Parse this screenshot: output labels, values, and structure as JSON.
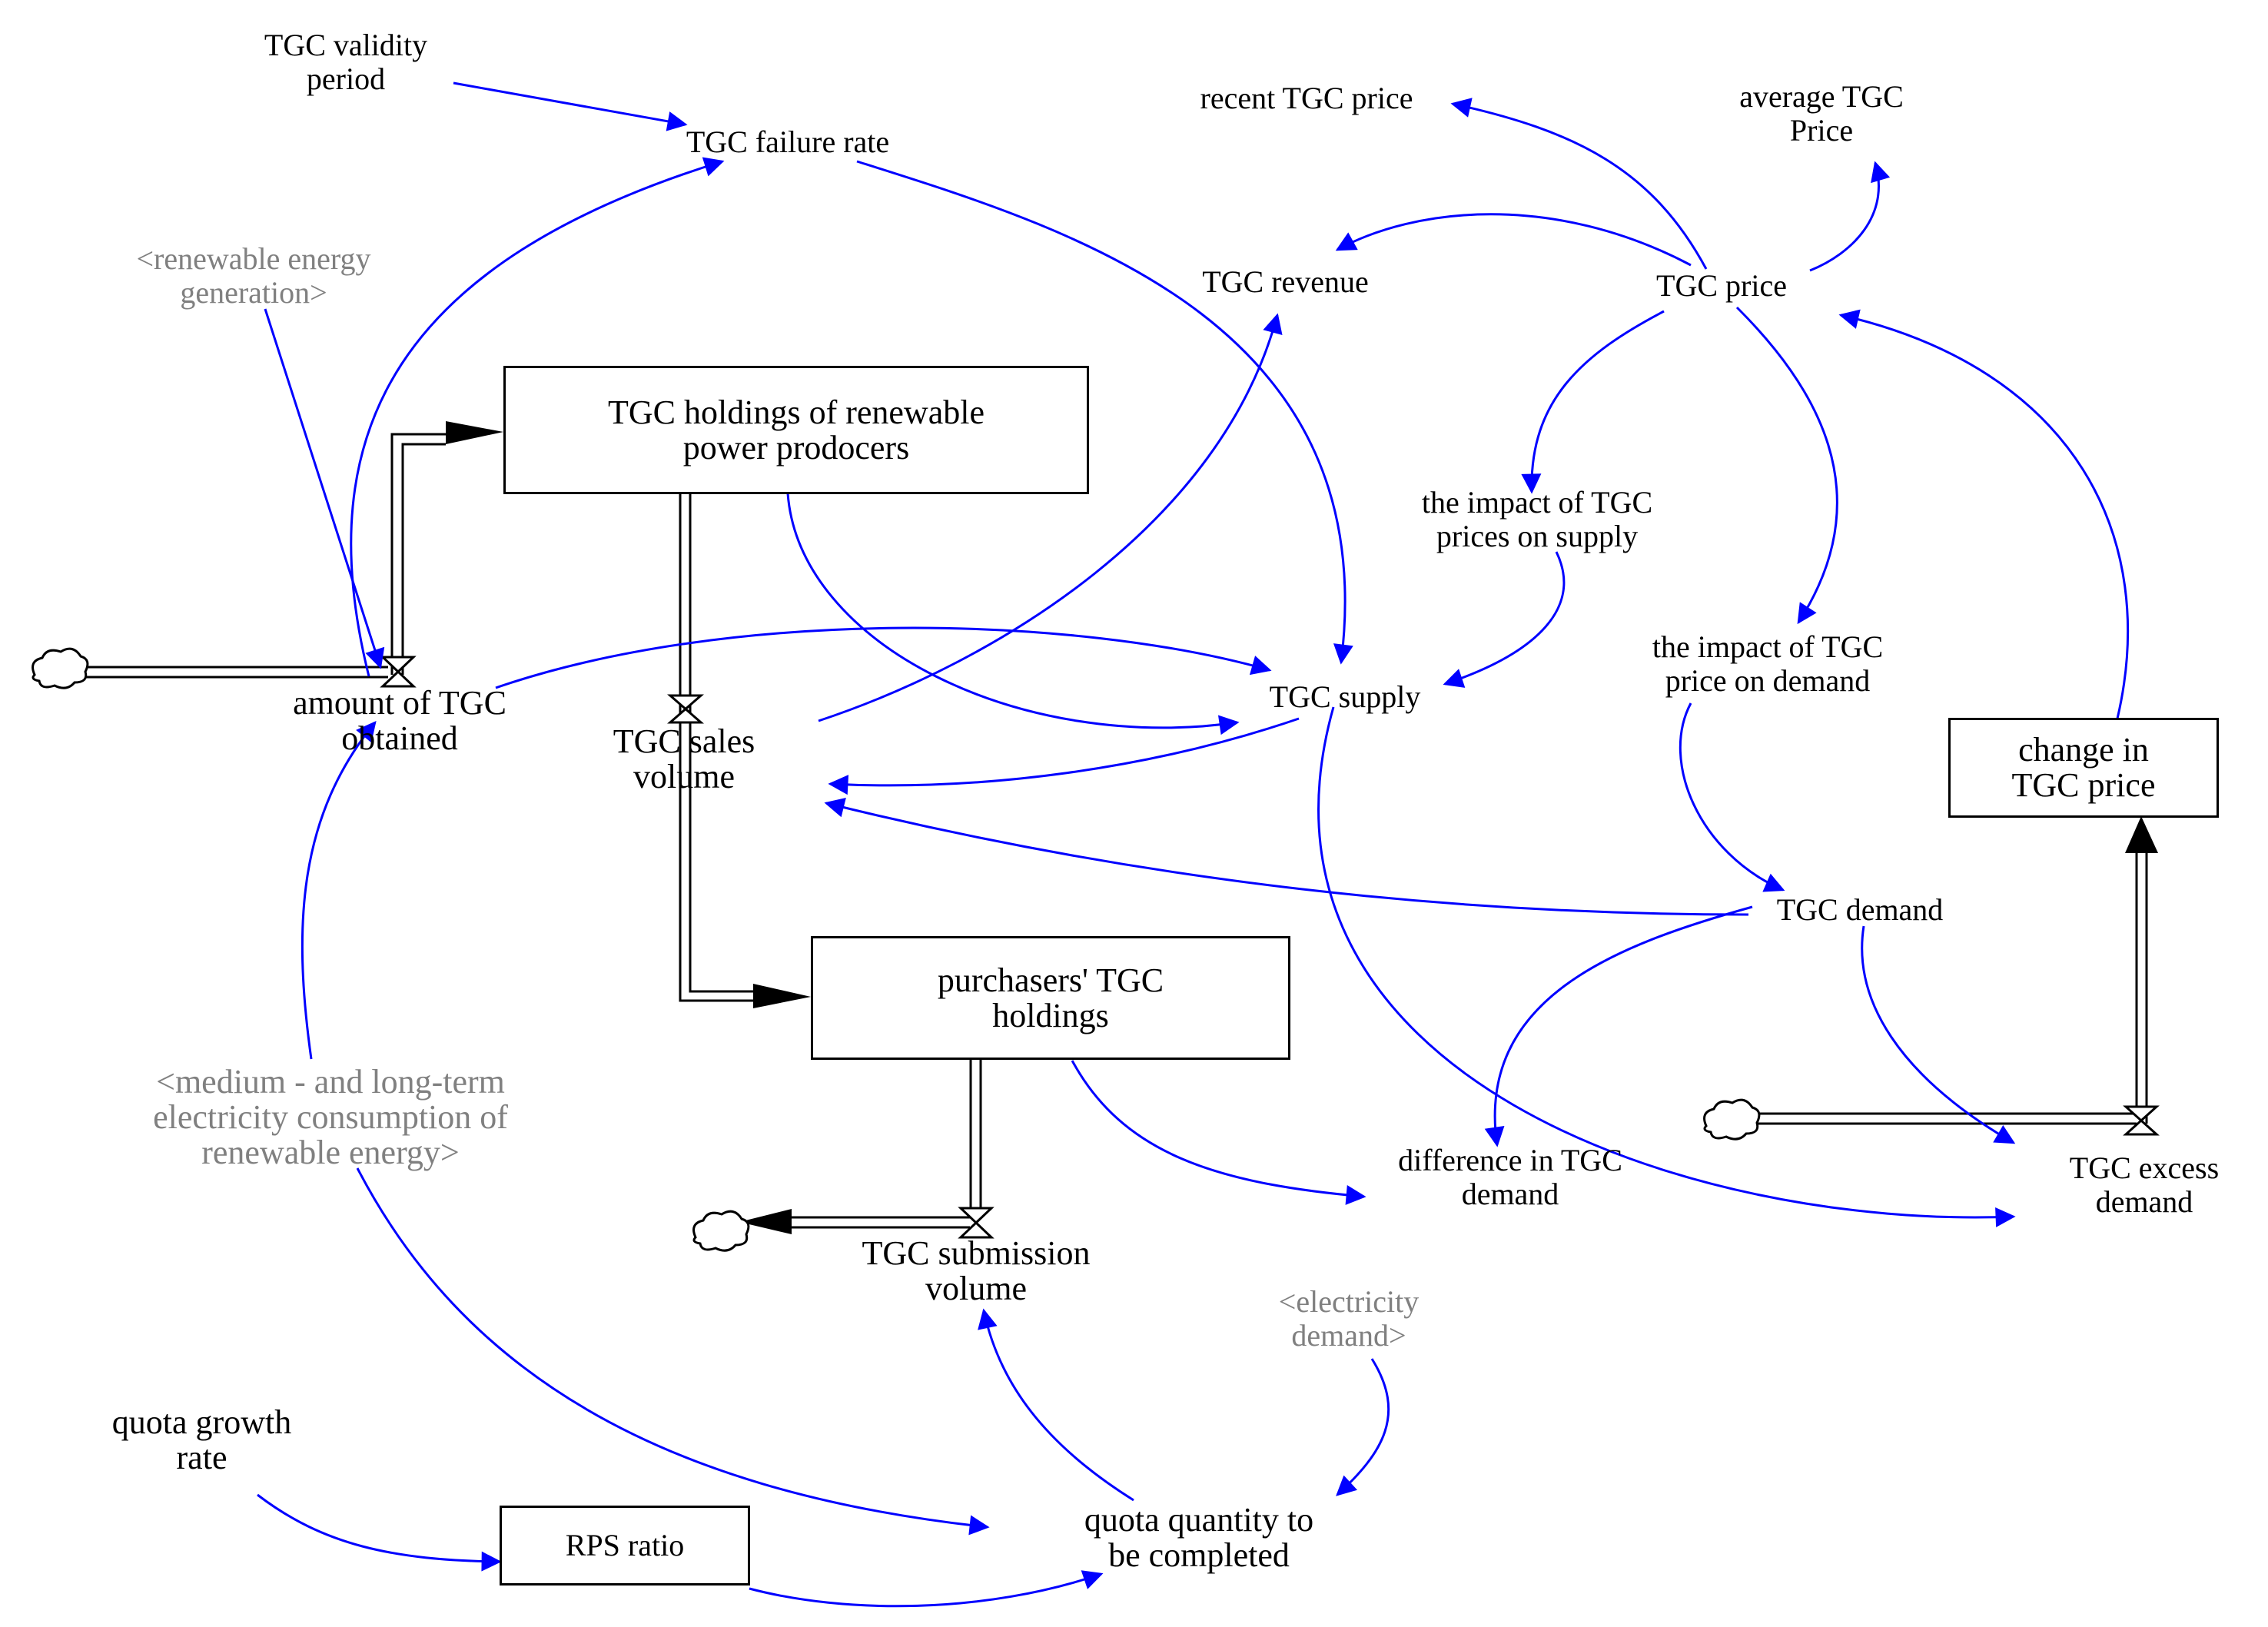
{
  "stocks": {
    "holdings_renewable": "TGC holdings of renewable\npower prodocers",
    "purchasers_holdings": "purchasers' TGC\nholdings",
    "change_in_price": "change in\nTGC price",
    "rps_ratio": "RPS ratio"
  },
  "flows": {
    "amount_obtained": "amount of TGC\nobtained",
    "sales_volume": "TGC sales\nvolume",
    "submission_volume": "TGC submission\nvolume",
    "excess_demand": "TGC excess\ndemand"
  },
  "variables": {
    "validity_period": "TGC validity\nperiod",
    "failure_rate": "TGC failure rate",
    "recent_price": "recent TGC price",
    "average_price": "average TGC\nPrice",
    "revenue": "TGC revenue",
    "price": "TGC price",
    "impact_supply": "the impact of TGC\nprices on supply",
    "impact_demand": "the impact of TGC\nprice on demand",
    "supply": "TGC supply",
    "demand": "TGC demand",
    "difference_demand": "difference in TGC\ndemand",
    "quota_growth": "quota growth\nrate",
    "quota_quantity": "quota quantity to\nbe completed"
  },
  "shadow_variables": {
    "renewable_generation": "<renewable energy\ngeneration>",
    "medium_long_consumption": "<medium - and long-term\nelectricity consumption of\nrenewable energy>",
    "electricity_demand": "<electricity\ndemand>"
  },
  "colors": {
    "causal_link": "#0000ff",
    "pipe": "#000000",
    "shadow_text": "#808080"
  }
}
